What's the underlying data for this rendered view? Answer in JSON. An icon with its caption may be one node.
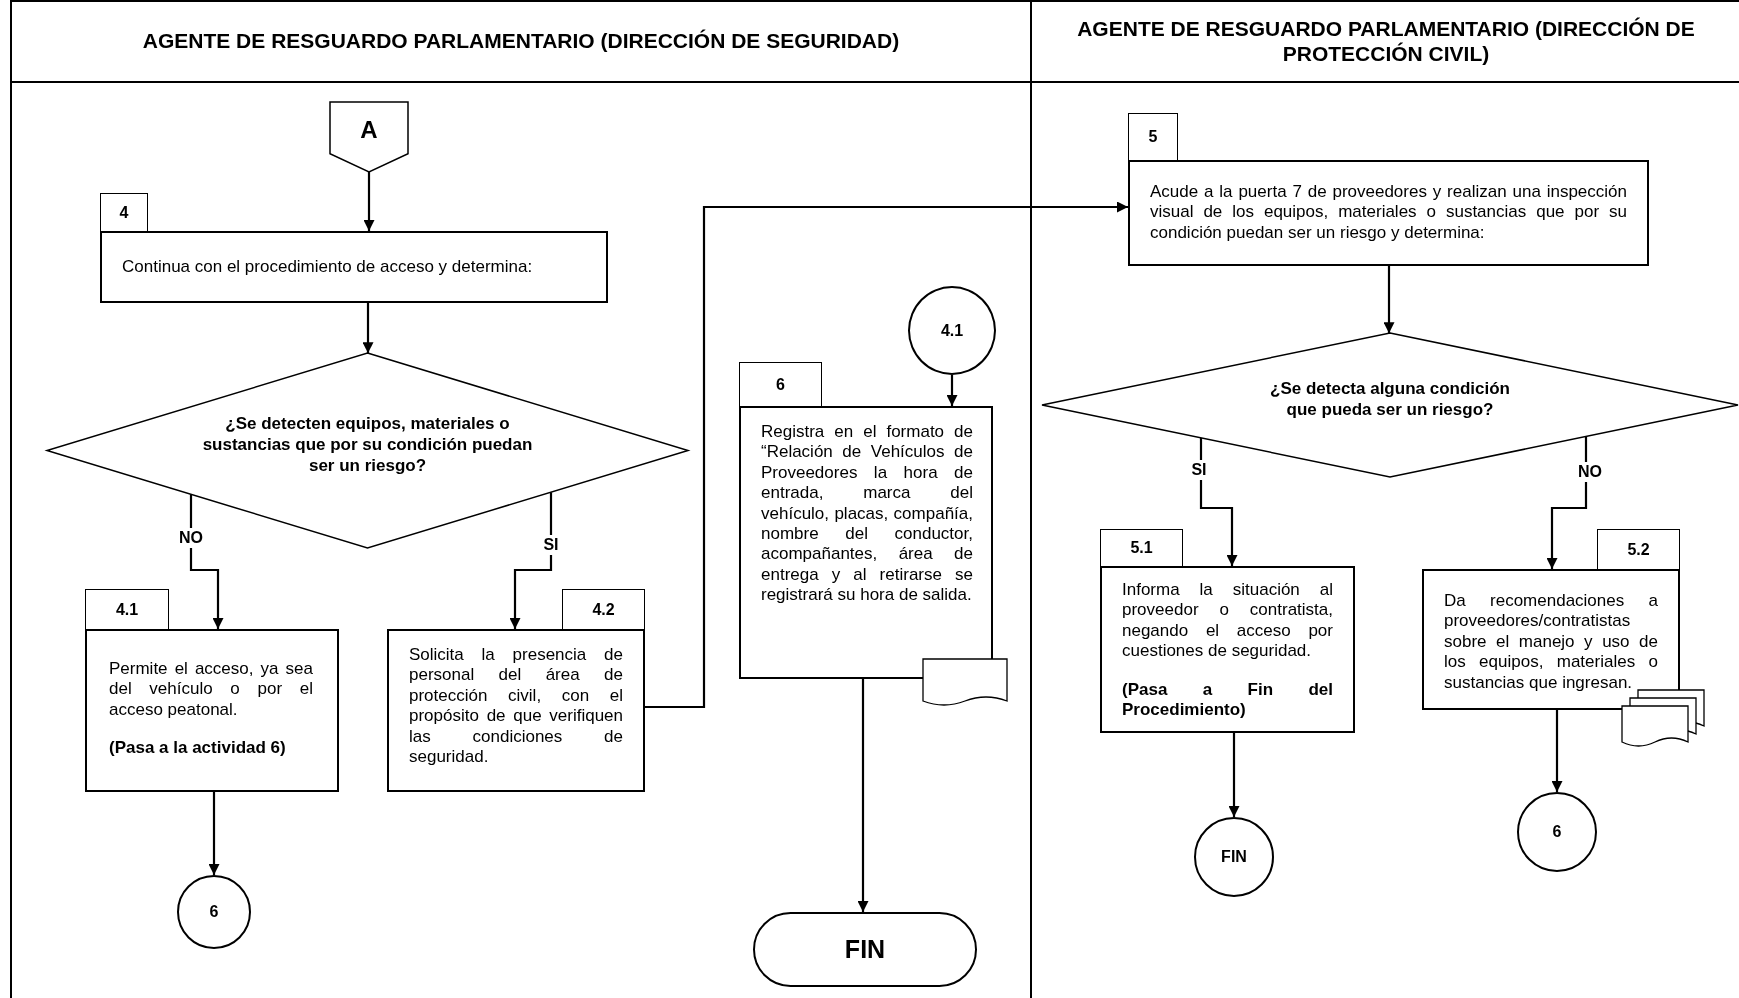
{
  "diagram": {
    "nodes": [
      {
        "text": [
          "AGENTE DE RESGUARDO PARLAMENTARIO (DIRECCIÓN DE SEGURIDAD)"
        ]
      },
      {
        "text": [
          "AGENTE DE RESGUARDO PARLAMENTARIO (DIRECCIÓN DE PROTECCIÓN CIVIL)"
        ]
      },
      {
        "text": [
          "A"
        ],
        "in": 0
      },
      {
        "text": [
          "4"
        ],
        "in": 0
      },
      {
        "text": [
          "Continua con el procedimiento de acceso y determina:"
        ],
        "in": 0
      },
      {
        "text": [
          "¿Se detecten equipos, materiales o sustancias que por su condición puedan ser un riesgo?"
        ],
        "in": 0
      },
      {
        "text": [
          "4.1"
        ],
        "in": 0
      },
      {
        "text": [
          "Permite el acceso, ya sea del vehículo o por el acceso peatonal.",
          "(Pasa a la actividad 6)"
        ],
        "in": 0
      },
      {
        "text": [
          "4.2"
        ],
        "in": 0
      },
      {
        "text": [
          "Solicita la presencia de personal del área de protección civil, con el propósito de que verifiquen las condiciones de seguridad."
        ],
        "in": 0
      },
      {
        "text": [
          "6"
        ],
        "in": 0
      },
      {
        "text": [
          "4.1"
        ],
        "in": 0
      },
      {
        "text": [
          "6"
        ],
        "in": 0
      },
      {
        "text": [
          "Registra en el formato de “Relación de Vehículos de Proveedores la hora de entrada, marca del vehículo, placas, compañía, nombre del conductor, acompañantes, área de entrega y al retirarse se registrará su hora de salida."
        ],
        "in": 0
      },
      {
        "text": [
          "FIN"
        ],
        "in": 0
      },
      {
        "text": [
          "5"
        ],
        "in": 1
      },
      {
        "text": [
          "Acude a la puerta 7 de proveedores y realizan una inspección visual de los equipos, materiales o sustancias que por su condición puedan ser un riesgo y determina:"
        ],
        "in": 1
      },
      {
        "text": [
          "¿Se detecta alguna condición que pueda ser un riesgo?"
        ],
        "in": 1
      },
      {
        "text": [
          "5.1"
        ],
        "in": 1
      },
      {
        "text": [
          "Informa la situación al proveedor o contratista, negando el acceso por cuestiones de seguridad.",
          "(Pasa a Fin del Procedimiento)"
        ],
        "in": 1
      },
      {
        "text": [
          "5.2"
        ],
        "in": 1
      },
      {
        "text": [
          "Da recomendaciones a proveedores/contratistas sobre el manejo y uso de los equipos, materiales o sustancias que ingresan."
        ],
        "in": 1
      },
      {
        "text": [
          "FIN"
        ],
        "in": 1
      },
      {
        "text": [
          "6"
        ],
        "in": 1
      },
      {
        "text": [],
        "shape": "document",
        "in": 0
      },
      {
        "text": [],
        "shape": "documents",
        "in": 1
      }
    ],
    "edges": [
      {
        "from": 2,
        "to": 4,
        "arrow": "to"
      },
      {
        "from": 4,
        "to": 5,
        "arrow": "to"
      },
      {
        "from": 5,
        "to": 7,
        "arrow": "to",
        "label": "NO"
      },
      {
        "from": 5,
        "to": 9,
        "arrow": "to",
        "label": "SI"
      },
      {
        "from": 9,
        "to": 16,
        "arrow": "to"
      },
      {
        "from": 7,
        "to": 10,
        "arrow": "to"
      },
      {
        "from": 11,
        "to": 13,
        "arrow": "to"
      },
      {
        "from": 13,
        "to": 14,
        "arrow": "to"
      },
      {
        "from": 16,
        "to": 17,
        "arrow": "to"
      },
      {
        "from": 17,
        "to": 19,
        "arrow": "to",
        "label": "SI"
      },
      {
        "from": 17,
        "to": 21,
        "arrow": "to",
        "label": "NO"
      },
      {
        "from": 19,
        "to": 22,
        "arrow": "to"
      },
      {
        "from": 21,
        "to": 23,
        "arrow": "to"
      }
    ]
  }
}
